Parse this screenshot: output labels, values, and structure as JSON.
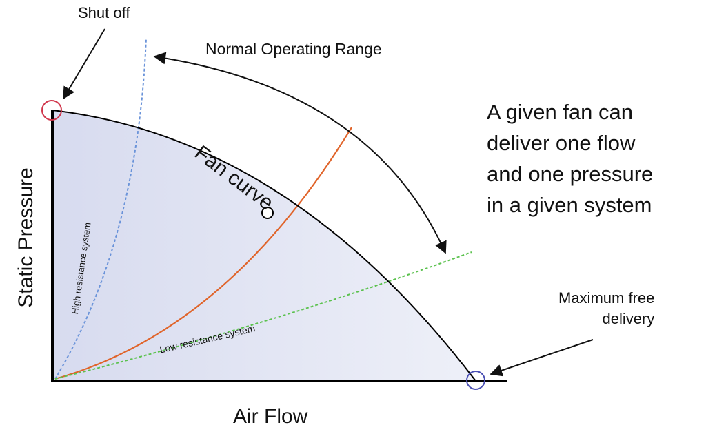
{
  "diagram": {
    "axis_x_label": "Air Flow",
    "axis_y_label": "Static Pressure",
    "curve_label": "Fan curve",
    "shutoff_label": "Shut off",
    "max_free_delivery_lines": [
      "Maximum free",
      "delivery"
    ],
    "operating_range_label": "Normal Operating Range",
    "high_resistance_label": "High resistance system",
    "low_resistance_label": "Low resistance system",
    "statement_lines": [
      "A given fan can",
      "deliver one flow",
      "and one pressure",
      "in a given system"
    ]
  },
  "colors": {
    "fan_curve": "#000000",
    "operating_system_curve": "#e0642a",
    "high_resistance_curve": "#6a93d9",
    "low_resistance_curve": "#5cc24f",
    "shutoff_marker": "#d0344a",
    "max_free_marker": "#4a4fb3",
    "area_fill": "#dde1f1"
  }
}
